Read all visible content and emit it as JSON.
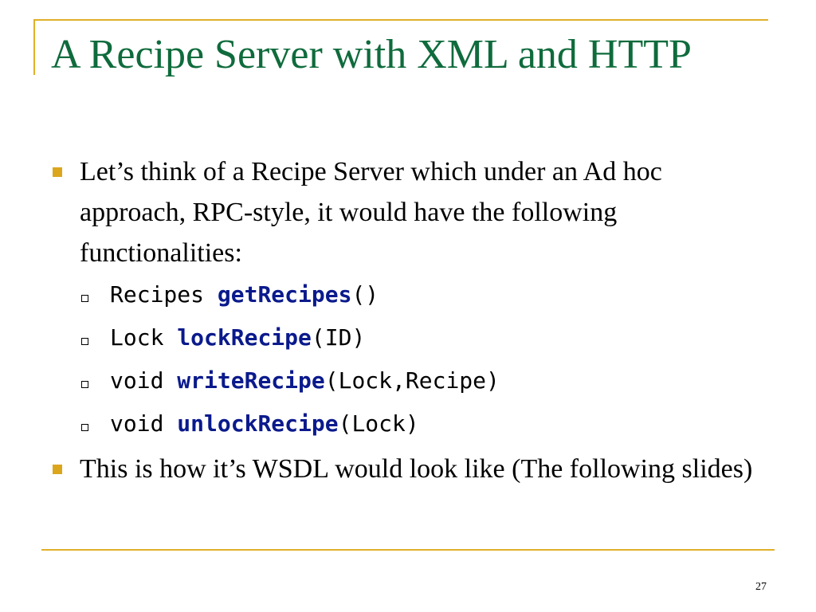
{
  "slide": {
    "title": "A Recipe Server with XML and HTTP",
    "bullets": [
      {
        "text": "Let’s think of a Recipe Server which under an Ad hoc approach, RPC-style, it would have the following functionalities:",
        "sub_items": [
          {
            "return_type": "Recipes",
            "function_name": "getRecipes",
            "params": "()"
          },
          {
            "return_type": "Lock",
            "function_name": "lockRecipe",
            "params": "(ID)"
          },
          {
            "return_type": "void",
            "function_name": "writeRecipe",
            "params": "(Lock,Recipe)"
          },
          {
            "return_type": "void",
            "function_name": "unlockRecipe",
            "params": "(Lock)"
          }
        ]
      },
      {
        "text": "This is how it’s WSDL would look like (The following slides)"
      }
    ],
    "page_number": "27"
  },
  "colors": {
    "title": "#0f6b3c",
    "accent_rule": "#e0b02a",
    "bullet_marker": "#dba61c",
    "function_name": "#0a1a8c"
  },
  "icons": {
    "bullet": "filled-square-bullet",
    "sub_bullet": "hollow-square-bullet"
  }
}
